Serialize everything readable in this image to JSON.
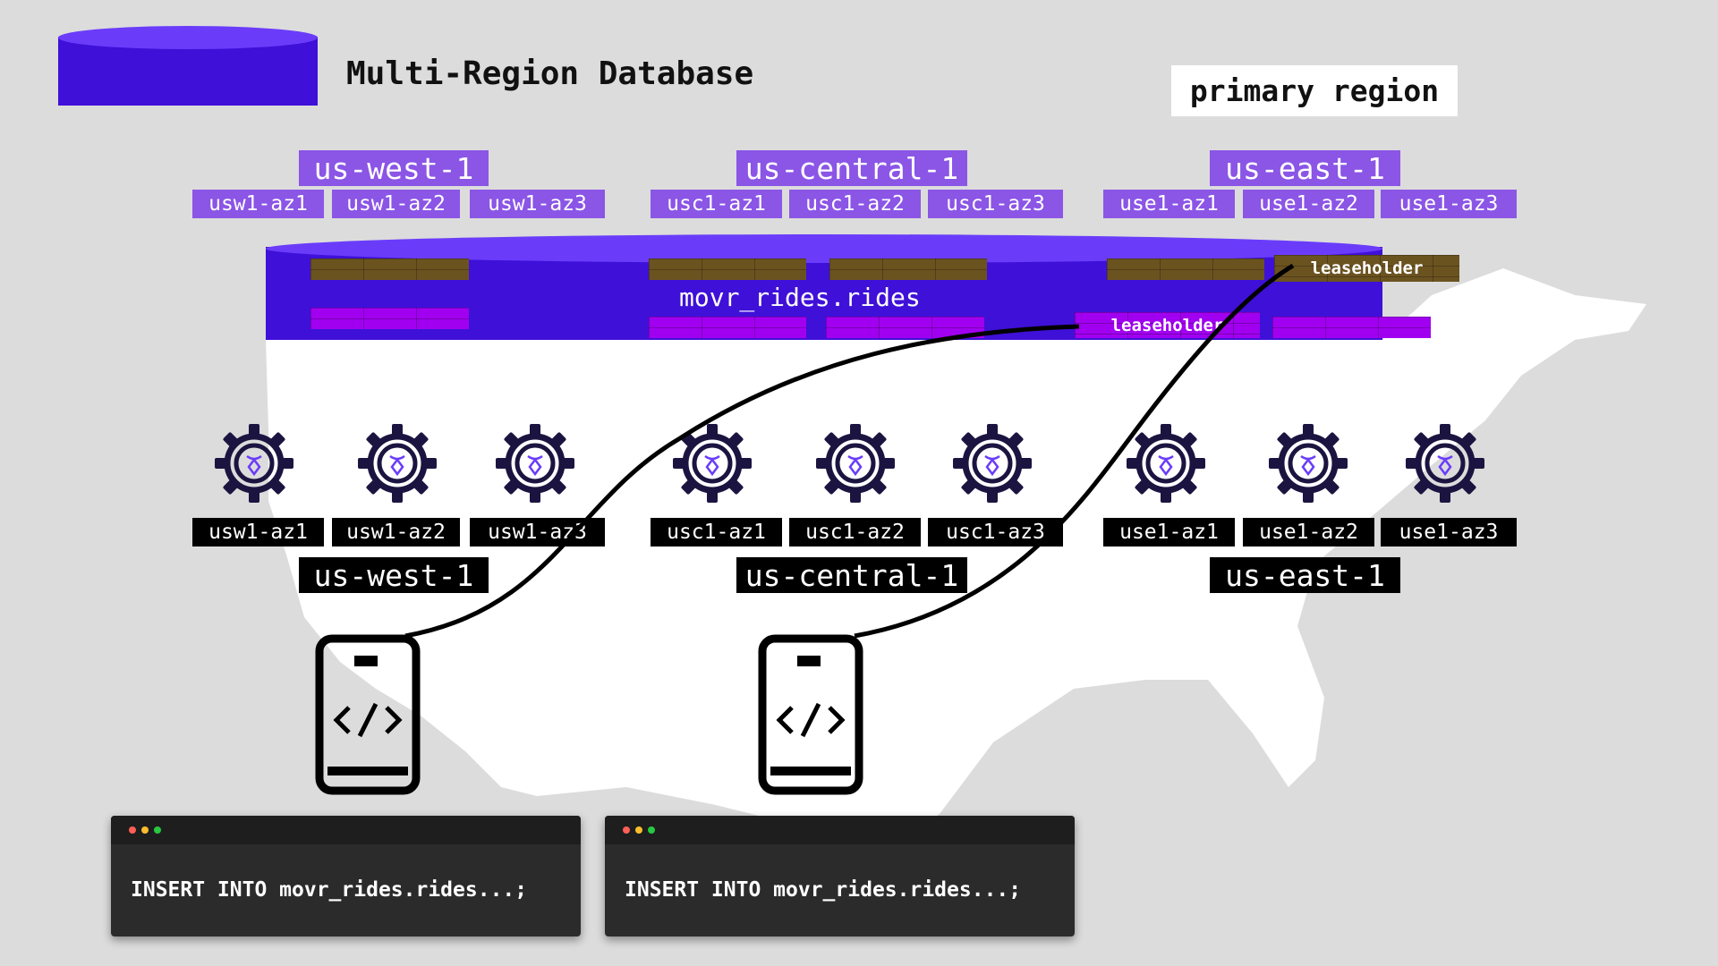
{
  "title": "Multi-Region Database",
  "primary_label": "primary region",
  "table_name": "movr_rides.rides",
  "leaseholder_label": "leaseholder",
  "regions": [
    {
      "name": "us-west-1",
      "zones": [
        "usw1-az1",
        "usw1-az2",
        "usw1-az3"
      ]
    },
    {
      "name": "us-central-1",
      "zones": [
        "usc1-az1",
        "usc1-az2",
        "usc1-az3"
      ]
    },
    {
      "name": "us-east-1",
      "zones": [
        "use1-az1",
        "use1-az2",
        "use1-az3"
      ]
    }
  ],
  "terminals": [
    {
      "code": "INSERT INTO movr_rides.rides...;"
    },
    {
      "code": "INSERT INTO movr_rides.rides...;"
    }
  ],
  "colors": {
    "db_top": "#6a3cfa",
    "db_body": "#3f10d8",
    "replica_range": "#6b5320",
    "leaseholder_range": "#a100f0",
    "region_label": "#8b55e6"
  }
}
